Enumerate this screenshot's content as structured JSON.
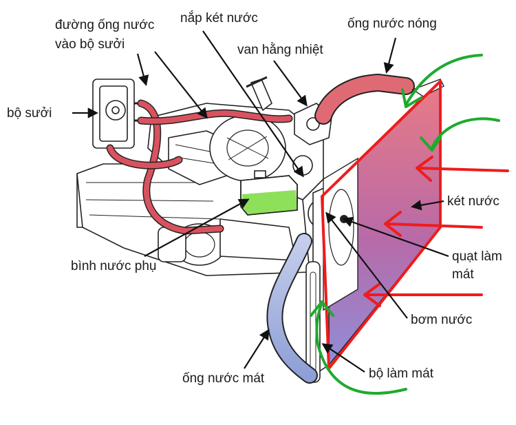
{
  "labels": {
    "heater_hose": [
      "đường ống nước",
      "vào bộ sưởi"
    ],
    "radiator_cap": "nắp két nước",
    "hot_hose": "ống nước nóng",
    "thermostat": "van hằng nhiệt",
    "heater": "bộ sưởi",
    "radiator": "két nước",
    "fan": [
      "quạt làm",
      "mát"
    ],
    "overflow_tank": "bình nước phụ",
    "water_pump": "bơm nước",
    "cold_hose": "ống nước mát",
    "cooler": "bộ làm mát"
  },
  "colors": {
    "hot_hose": "#d9535f",
    "cold_hose": "#a9b8e0",
    "tank_fluid": "#8ee05a",
    "radiator_top": "#e06a7a",
    "radiator_bottom": "#8a7fd0",
    "annotation_red": "#ee1c1c",
    "annotation_green": "#1faa2e",
    "engine_outline": "#222222"
  }
}
